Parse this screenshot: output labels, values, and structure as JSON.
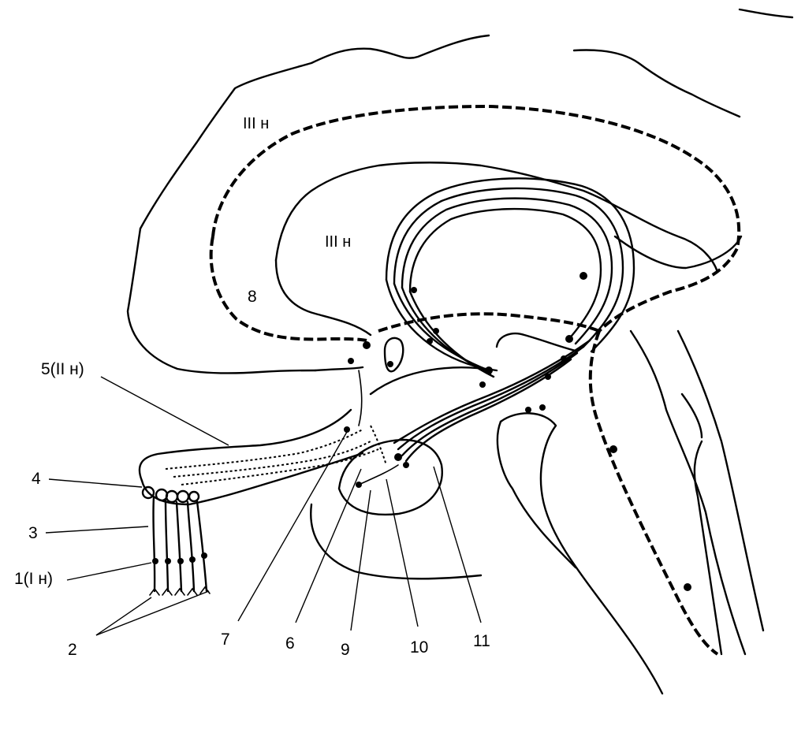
{
  "labels": {
    "region_3_upper": "III н",
    "region_3_inner": "III н",
    "area_8": "8",
    "n5": "5(II н)",
    "n4": "4",
    "n3": "3",
    "n1": "1(I н)",
    "n2": "2",
    "n7": "7",
    "n6": "6",
    "n9": "9",
    "n10": "10",
    "n11": "11"
  }
}
